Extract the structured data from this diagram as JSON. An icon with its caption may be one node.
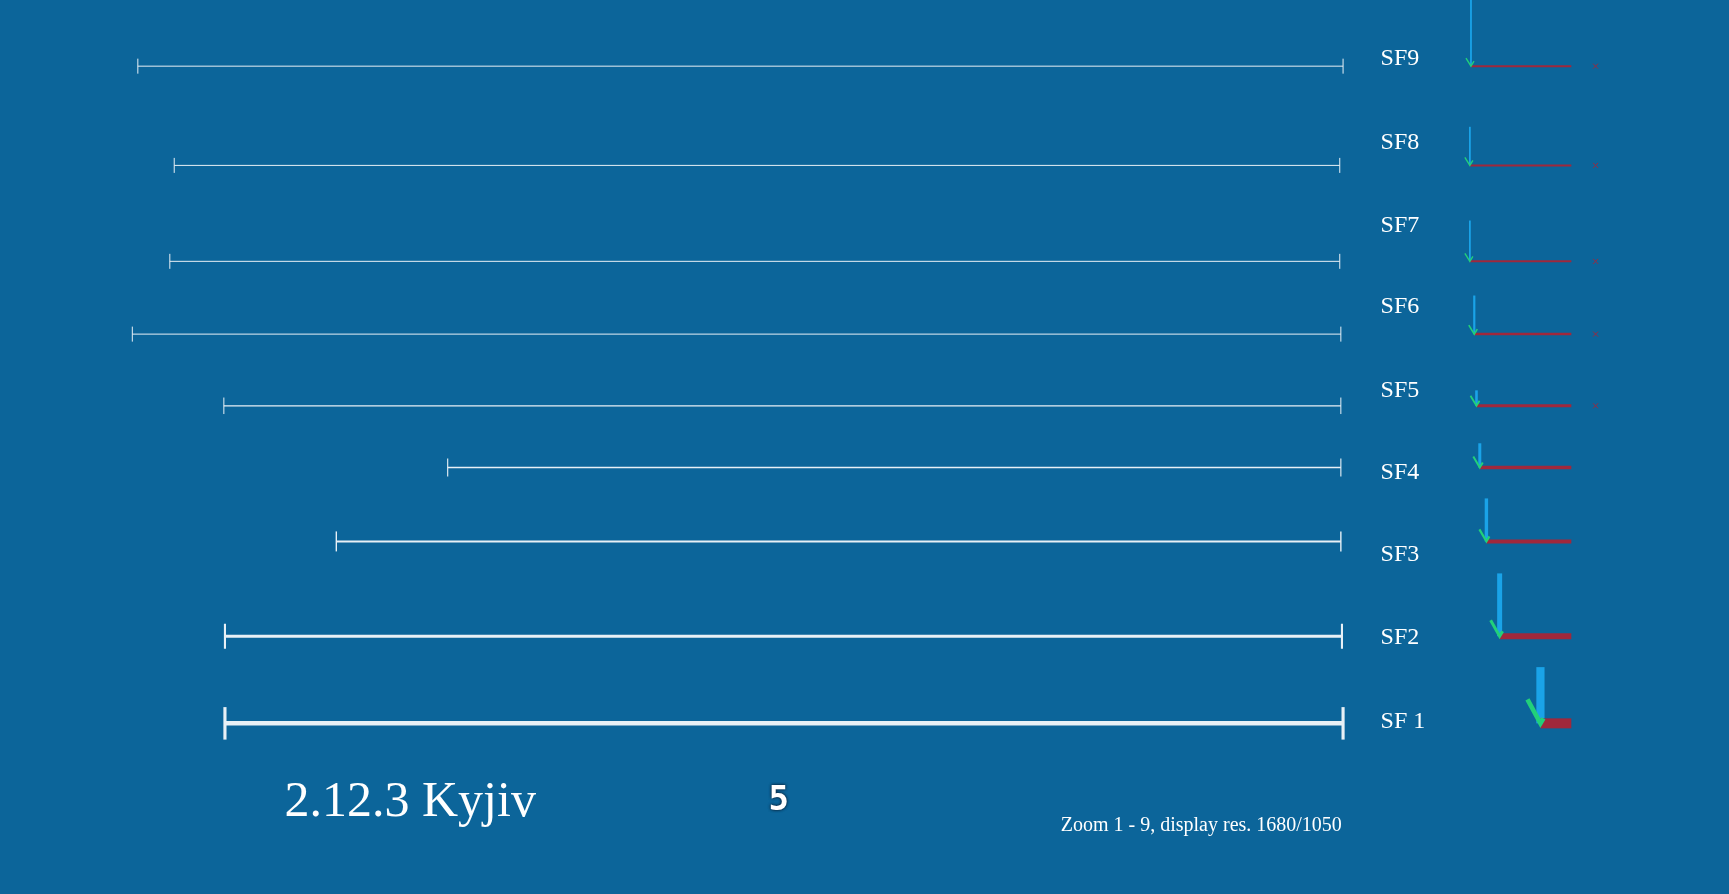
{
  "diagram": {
    "title": "2.12.3 Kyjiv",
    "caption": "Zoom 1 - 9, display res. 1680/1050",
    "labels": [
      "SF9",
      "SF8",
      "SF7",
      "SF6",
      "SF5",
      "SF4",
      "SF3",
      "SF2",
      "SF 1",
      "5"
    ]
  }
}
